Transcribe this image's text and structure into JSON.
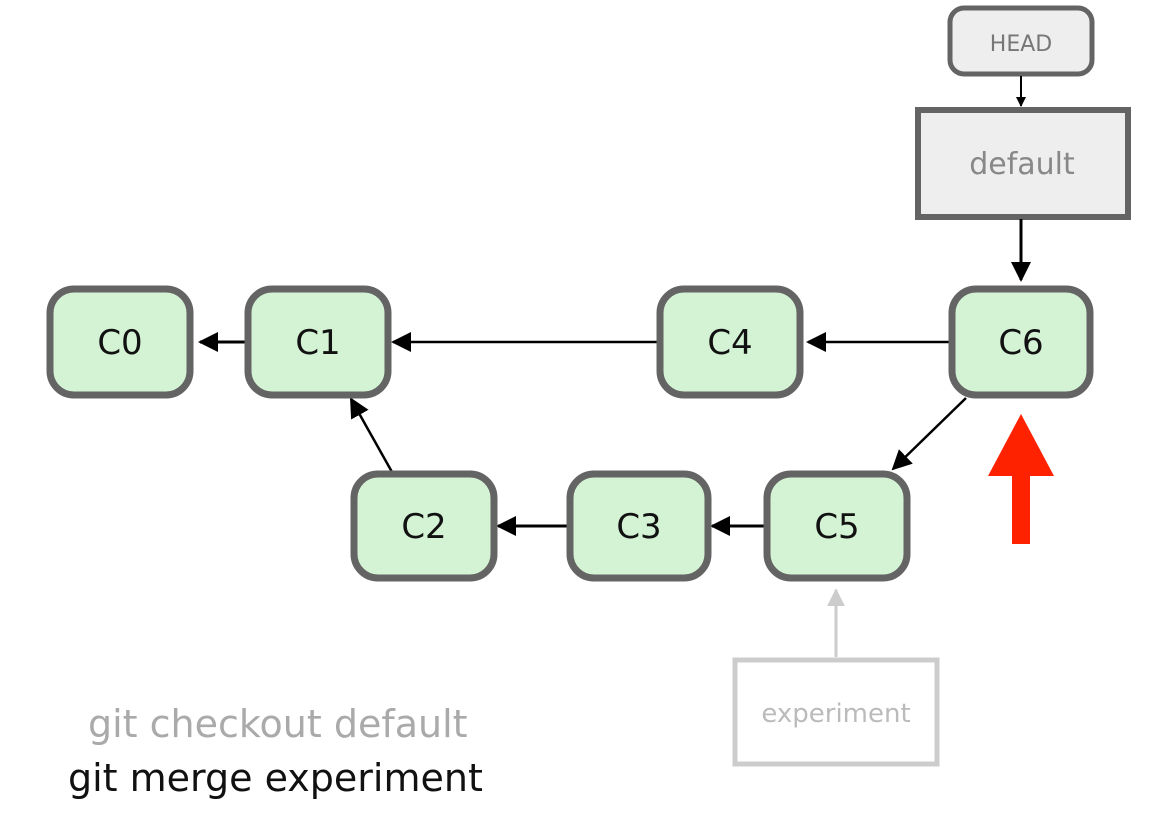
{
  "commits": [
    {
      "id": "c0",
      "label": "C0"
    },
    {
      "id": "c1",
      "label": "C1"
    },
    {
      "id": "c2",
      "label": "C2"
    },
    {
      "id": "c3",
      "label": "C3"
    },
    {
      "id": "c4",
      "label": "C4"
    },
    {
      "id": "c5",
      "label": "C5"
    },
    {
      "id": "c6",
      "label": "C6"
    }
  ],
  "refs": {
    "head": "HEAD",
    "default": "default",
    "experiment": "experiment"
  },
  "commands": {
    "line1": "git checkout default",
    "line2": "git merge experiment"
  },
  "colors": {
    "commit_fill": "#d4f2d4",
    "commit_stroke": "#646464",
    "ref_fill": "#eeeeee",
    "ref_stroke": "#646464",
    "faded_ref_stroke": "#cccccc",
    "faded_text": "#aaaaaa",
    "highlight_arrow": "#ff2200"
  }
}
